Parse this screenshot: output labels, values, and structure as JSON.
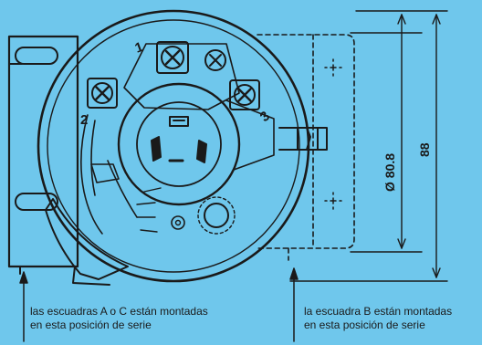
{
  "colors": {
    "background": "#6fc7ec",
    "ink": "#1a1a1a"
  },
  "drawing": {
    "terminal_labels": [
      "1",
      "2",
      "3"
    ],
    "dimensions": {
      "diameter": "Ø 80.8",
      "height": "88"
    }
  },
  "captions": {
    "left": {
      "line1": "las escuadras A o C están montadas",
      "line2": "en esta posición de serie"
    },
    "right": {
      "line1": "la escuadra B están montadas",
      "line2": "en esta posición de serie"
    }
  }
}
